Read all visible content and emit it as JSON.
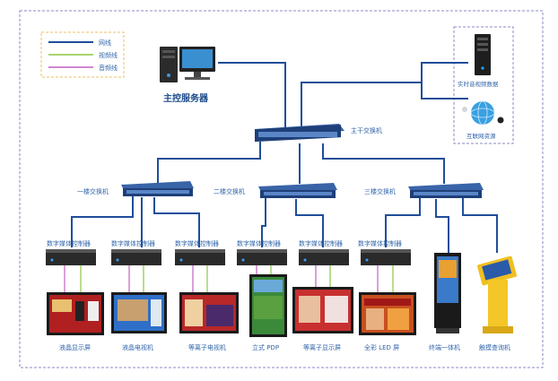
{
  "legend": {
    "items": [
      {
        "label": "网线",
        "color": "#1f4e9a"
      },
      {
        "label": "视频线",
        "color": "#8cc63f"
      },
      {
        "label": "音频线",
        "color": "#c060c0"
      }
    ]
  },
  "colors": {
    "frame": "#8a8ac8",
    "network": "#1f4e9a",
    "video": "#8cc63f",
    "audio": "#c060c0",
    "text_blue": "#3366aa",
    "title_blue": "#1a4a8a"
  },
  "server": {
    "label": "主控服务器"
  },
  "main_switch": {
    "label": "主干交换机"
  },
  "external": {
    "realtime": "实时音视频数据",
    "internet": "互联网资源"
  },
  "floor_switches": [
    {
      "label": "一楼交换机"
    },
    {
      "label": "二楼交换机"
    },
    {
      "label": "三楼交换机"
    }
  ],
  "controllers": [
    {
      "label": "数字媒体控制器"
    },
    {
      "label": "数字媒体控制器"
    },
    {
      "label": "数字媒体控制器"
    },
    {
      "label": "数字媒体控制器"
    },
    {
      "label": "数字媒体控制器"
    },
    {
      "label": "数字媒体控制器"
    }
  ],
  "displays": [
    {
      "label": "液晶显示屏"
    },
    {
      "label": "液晶电视机"
    },
    {
      "label": "等离子电视机"
    },
    {
      "label": "立式 PDP"
    },
    {
      "label": "等离子显示屏"
    },
    {
      "label": "全彩 LED 屏"
    },
    {
      "label": "终端一体机"
    },
    {
      "label": "触摸查询机"
    }
  ]
}
